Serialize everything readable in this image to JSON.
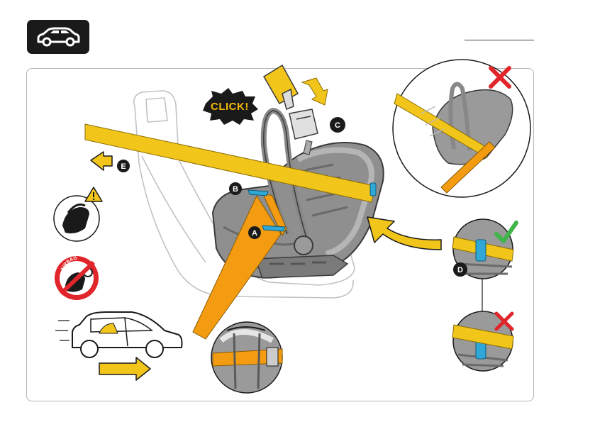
{
  "header": {
    "car_icon": "car-icon"
  },
  "callout": {
    "click_text": "CLICK!"
  },
  "markers": {
    "a": "A",
    "b": "B",
    "c": "C",
    "d": "D",
    "e": "E"
  },
  "airbag": {
    "text": "AIRBAG"
  },
  "colors": {
    "belt_yellow": "#f2c51b",
    "belt_orange": "#f39c12",
    "seat_gray": "#9a9a9a",
    "seat_dark": "#6e6e6e",
    "clip_blue": "#2fa8d8",
    "ok_green": "#3fb54a",
    "no_red": "#e0262b",
    "ink": "#1a1a1a"
  }
}
